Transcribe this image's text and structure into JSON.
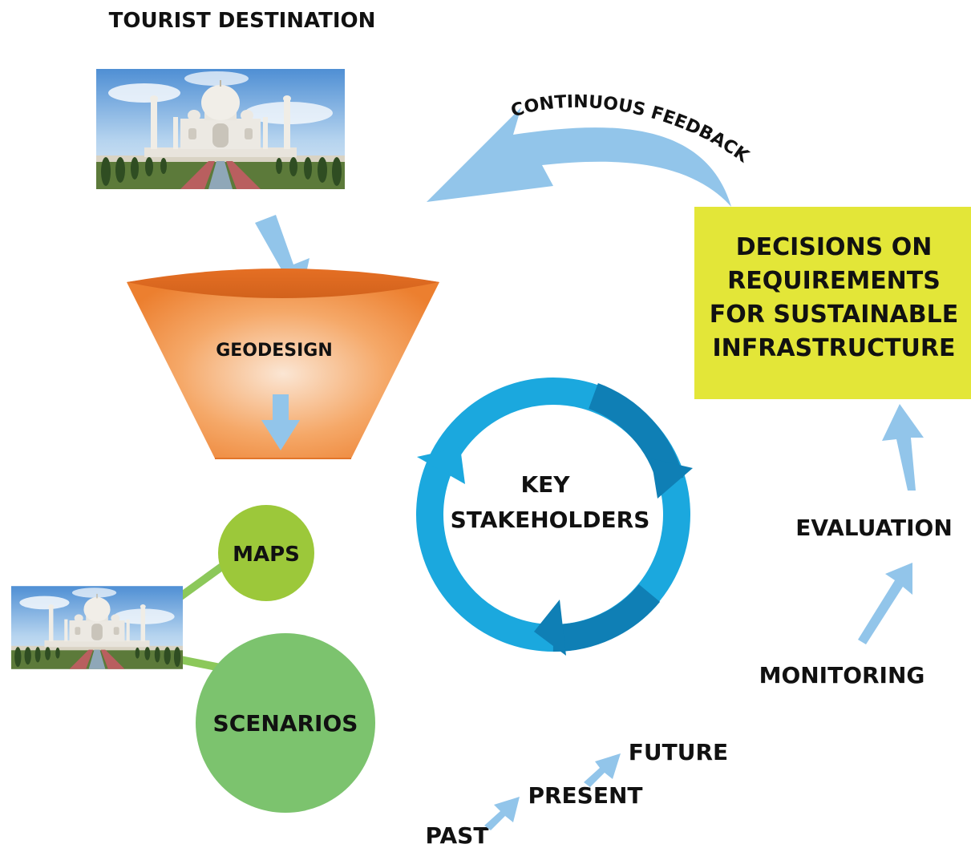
{
  "labels": {
    "tourist_destination": "TOURIST DESTINATION",
    "continuous_feedback": "CONTINUOUS FEEDBACK",
    "decisions_line1": "DECISIONS ON",
    "decisions_line2": "REQUIREMENTS",
    "decisions_line3": "FOR SUSTAINABLE",
    "decisions_line4": "INFRASTRUCTURE",
    "geodesign": "GEODESIGN",
    "key_line1": "KEY",
    "key_line2": "STAKEHOLDERS",
    "maps": "MAPS",
    "scenarios": "SCENARIOS",
    "evaluation": "EVALUATION",
    "monitoring": "MONITORING",
    "past": "PAST",
    "present": "PRESENT",
    "future": "FUTURE"
  },
  "colors": {
    "arrow_blue": "#92c5ea",
    "funnel_orange": "#f08a3c",
    "funnel_rim": "#e2752a",
    "decision_box": "#e3e638",
    "cycle_light": "#1ba8de",
    "cycle_dark": "#0f7fb5",
    "maps_green": "#9cc83a",
    "scenarios_green": "#7cc36e",
    "connector_green": "#8cc85a"
  },
  "images": {
    "top_photo": "taj-mahal-photo",
    "bottom_photo": "taj-mahal-photo"
  }
}
